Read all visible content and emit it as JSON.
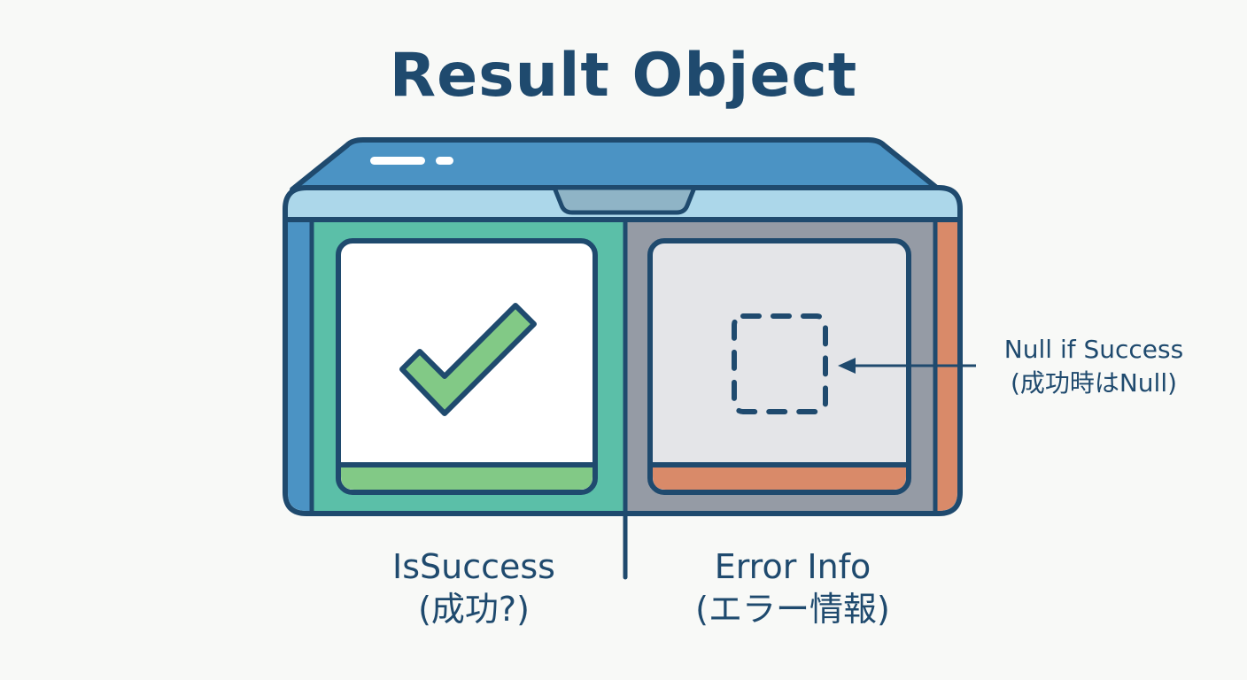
{
  "title": "Result Object",
  "panels": {
    "success": {
      "label": "IsSuccess",
      "sublabel": "(成功?)",
      "icon": "checkmark-icon",
      "color": "#5bbfa8",
      "bar_color": "#82c986"
    },
    "error": {
      "label": "Error Info",
      "sublabel": "(エラー情報)",
      "icon": "dashed-empty-box-icon",
      "color": "#959ba5",
      "bar_color": "#d98a69"
    }
  },
  "annotation": {
    "line1": "Null if Success",
    "line2": "(成功時はNull)",
    "icon": "arrow-left-icon"
  },
  "colors": {
    "outline": "#1f4a6e",
    "lid": "#4b93c4",
    "header": "#acd7ea",
    "left_edge": "#4b93c4",
    "right_edge": "#d98a69",
    "background": "#f8f9f7"
  }
}
